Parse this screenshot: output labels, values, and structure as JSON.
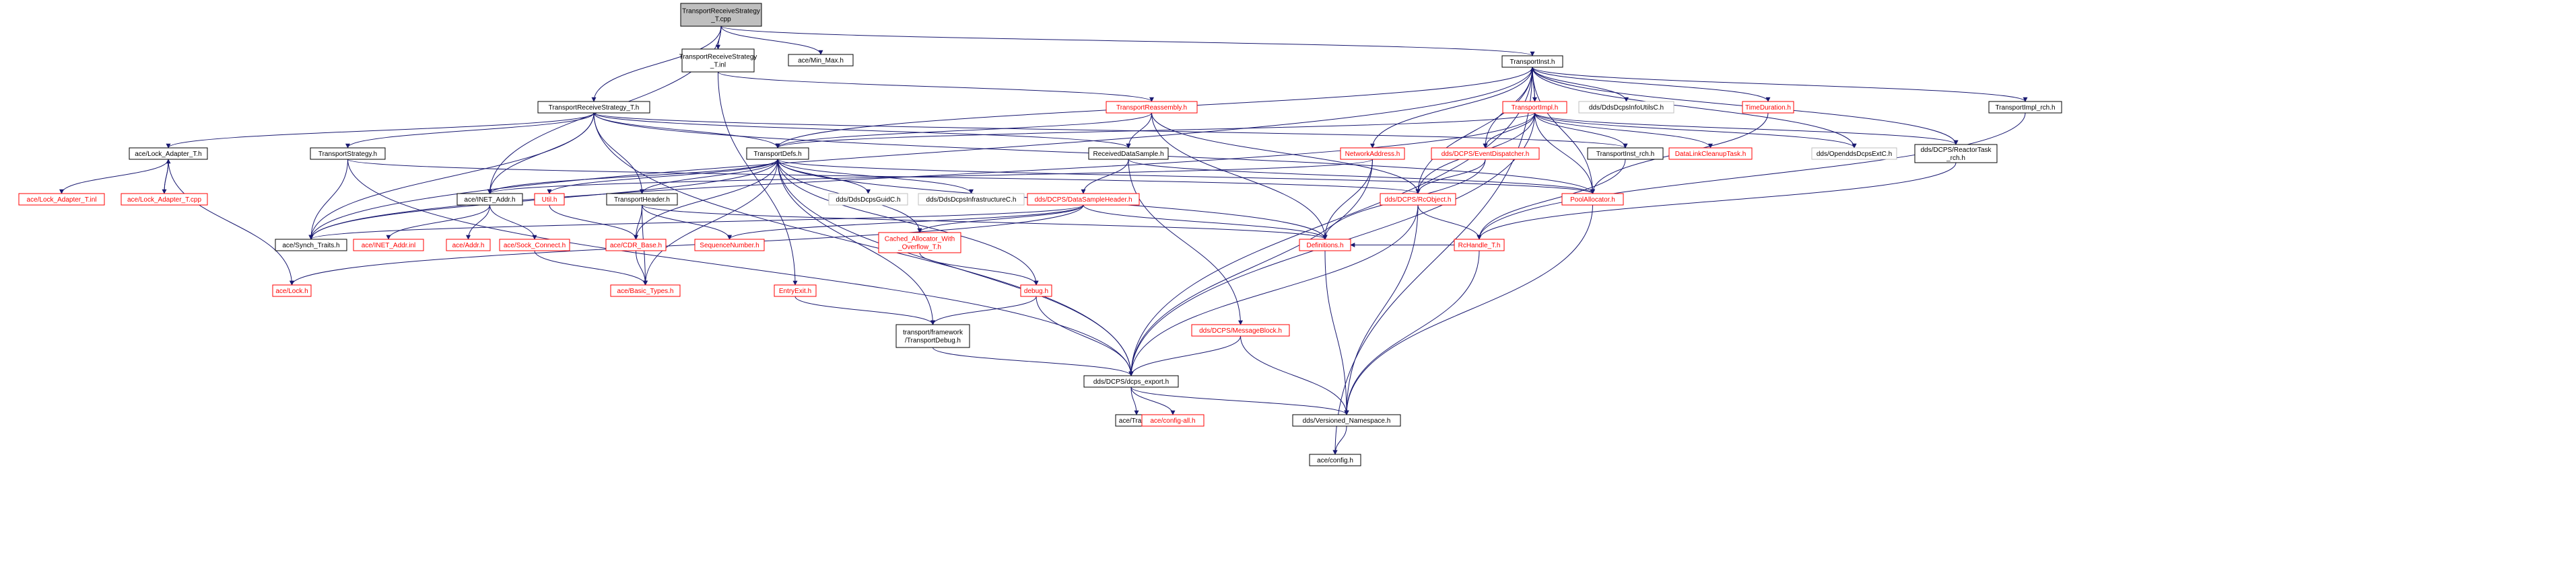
{
  "diagram": {
    "colors": {
      "normal_border": "#000000",
      "normal_text": "#000000",
      "red_border": "#ff0000",
      "red_text": "#ff0000",
      "light_border": "#bfbfbf",
      "light_text": "#000000",
      "focus_fill": "#bfbfbf",
      "edge": "#191970"
    },
    "nodes": [
      {
        "id": "n0",
        "lines": [
          "TransportReceiveStrategy",
          "_T.cpp"
        ],
        "style": "focus"
      },
      {
        "id": "n1",
        "lines": [
          "TransportReceiveStrategy",
          "_T.inl"
        ],
        "style": "normal"
      },
      {
        "id": "n2",
        "lines": [
          "ace/Min_Max.h"
        ],
        "style": "normal"
      },
      {
        "id": "n3",
        "lines": [
          "TransportInst.h"
        ],
        "style": "normal"
      },
      {
        "id": "n4",
        "lines": [
          "TransportReceiveStrategy_T.h"
        ],
        "style": "normal"
      },
      {
        "id": "n5",
        "lines": [
          "TransportImpl.h"
        ],
        "style": "red"
      },
      {
        "id": "n6",
        "lines": [
          "dds/DdsDcpsInfoUtilsC.h"
        ],
        "style": "light"
      },
      {
        "id": "n7",
        "lines": [
          "TimeDuration.h"
        ],
        "style": "red"
      },
      {
        "id": "n8",
        "lines": [
          "TransportImpl_rch.h"
        ],
        "style": "normal"
      },
      {
        "id": "n9",
        "lines": [
          "TransportReassembly.h"
        ],
        "style": "red"
      },
      {
        "id": "n10",
        "lines": [
          "ace/Lock_Adapter_T.h"
        ],
        "style": "normal"
      },
      {
        "id": "n11",
        "lines": [
          "TransportStrategy.h"
        ],
        "style": "normal"
      },
      {
        "id": "n12",
        "lines": [
          "TransportDefs.h"
        ],
        "style": "normal"
      },
      {
        "id": "n13",
        "lines": [
          "ReceivedDataSample.h"
        ],
        "style": "normal"
      },
      {
        "id": "n14",
        "lines": [
          "NetworkAddress.h"
        ],
        "style": "red"
      },
      {
        "id": "n15",
        "lines": [
          "dds/DCPS/EventDispatcher.h"
        ],
        "style": "red"
      },
      {
        "id": "n16",
        "lines": [
          "TransportInst_rch.h"
        ],
        "style": "normal"
      },
      {
        "id": "n17",
        "lines": [
          "DataLinkCleanupTask.h"
        ],
        "style": "red"
      },
      {
        "id": "n18",
        "lines": [
          "dds/OpenddsDcpsExtC.h"
        ],
        "style": "light"
      },
      {
        "id": "n19",
        "lines": [
          "dds/DCPS/ReactorTask",
          "_rch.h"
        ],
        "style": "normal"
      },
      {
        "id": "n20",
        "lines": [
          "ace/Lock_Adapter_T.inl"
        ],
        "style": "red"
      },
      {
        "id": "n21",
        "lines": [
          "ace/Lock_Adapter_T.cpp"
        ],
        "style": "red"
      },
      {
        "id": "n22",
        "lines": [
          "ace/INET_Addr.h"
        ],
        "style": "normal"
      },
      {
        "id": "n23",
        "lines": [
          "Util.h"
        ],
        "style": "red"
      },
      {
        "id": "n24",
        "lines": [
          "TransportHeader.h"
        ],
        "style": "normal"
      },
      {
        "id": "n25",
        "lines": [
          "dds/DdsDcpsGuidC.h"
        ],
        "style": "light"
      },
      {
        "id": "n26",
        "lines": [
          "dds/DdsDcpsInfrastructureC.h"
        ],
        "style": "light"
      },
      {
        "id": "n27",
        "lines": [
          "dds/DCPS/DataSampleHeader.h"
        ],
        "style": "red"
      },
      {
        "id": "n28",
        "lines": [
          "dds/DCPS/RcObject.h"
        ],
        "style": "red"
      },
      {
        "id": "n29",
        "lines": [
          "PoolAllocator.h"
        ],
        "style": "red"
      },
      {
        "id": "n30",
        "lines": [
          "ace/Synch_Traits.h"
        ],
        "style": "normal"
      },
      {
        "id": "n31",
        "lines": [
          "ace/INET_Addr.inl"
        ],
        "style": "red"
      },
      {
        "id": "n32",
        "lines": [
          "ace/Addr.h"
        ],
        "style": "red"
      },
      {
        "id": "n33",
        "lines": [
          "ace/Sock_Connect.h"
        ],
        "style": "red"
      },
      {
        "id": "n34",
        "lines": [
          "ace/CDR_Base.h"
        ],
        "style": "red"
      },
      {
        "id": "n35",
        "lines": [
          "SequenceNumber.h"
        ],
        "style": "red"
      },
      {
        "id": "n36",
        "lines": [
          "Cached_Allocator_With",
          "_Overflow_T.h"
        ],
        "style": "red"
      },
      {
        "id": "n37",
        "lines": [
          "RcHandle_T.h"
        ],
        "style": "red"
      },
      {
        "id": "n38",
        "lines": [
          "Definitions.h"
        ],
        "style": "red"
      },
      {
        "id": "n39",
        "lines": [
          "ace/Lock.h"
        ],
        "style": "red"
      },
      {
        "id": "n40",
        "lines": [
          "ace/Basic_Types.h"
        ],
        "style": "red"
      },
      {
        "id": "n41",
        "lines": [
          "EntryExit.h"
        ],
        "style": "red"
      },
      {
        "id": "n42",
        "lines": [
          "debug.h"
        ],
        "style": "red"
      },
      {
        "id": "n43",
        "lines": [
          "transport/framework",
          "/TransportDebug.h"
        ],
        "style": "normal"
      },
      {
        "id": "n44",
        "lines": [
          "dds/DCPS/MessageBlock.h"
        ],
        "style": "red"
      },
      {
        "id": "n45",
        "lines": [
          "dds/DCPS/dcps_export.h"
        ],
        "style": "normal"
      },
      {
        "id": "n46",
        "lines": [
          "ace/Trace.h"
        ],
        "style": "normal"
      },
      {
        "id": "n47",
        "lines": [
          "ace/config-all.h"
        ],
        "style": "red"
      },
      {
        "id": "n48",
        "lines": [
          "dds/Versioned_Namespace.h"
        ],
        "style": "normal"
      },
      {
        "id": "n49",
        "lines": [
          "ace/config.h"
        ],
        "style": "normal"
      }
    ],
    "edges": [
      [
        "n0",
        "n1"
      ],
      [
        "n0",
        "n2"
      ],
      [
        "n0",
        "n3"
      ],
      [
        "n0",
        "n4"
      ],
      [
        "n0",
        "n22"
      ],
      [
        "n1",
        "n41"
      ],
      [
        "n1",
        "n9"
      ],
      [
        "n3",
        "n5"
      ],
      [
        "n3",
        "n6"
      ],
      [
        "n3",
        "n7"
      ],
      [
        "n3",
        "n8"
      ],
      [
        "n3",
        "n12"
      ],
      [
        "n3",
        "n14"
      ],
      [
        "n3",
        "n15"
      ],
      [
        "n3",
        "n18"
      ],
      [
        "n3",
        "n19"
      ],
      [
        "n3",
        "n28"
      ],
      [
        "n3",
        "n29"
      ],
      [
        "n3",
        "n30"
      ],
      [
        "n3",
        "n45"
      ],
      [
        "n3",
        "n49"
      ],
      [
        "n4",
        "n10"
      ],
      [
        "n4",
        "n11"
      ],
      [
        "n4",
        "n12"
      ],
      [
        "n4",
        "n13"
      ],
      [
        "n4",
        "n16"
      ],
      [
        "n4",
        "n22"
      ],
      [
        "n4",
        "n24"
      ],
      [
        "n4",
        "n29"
      ],
      [
        "n4",
        "n30"
      ],
      [
        "n4",
        "n45"
      ],
      [
        "n5",
        "n3"
      ],
      [
        "n5",
        "n12"
      ],
      [
        "n5",
        "n15"
      ],
      [
        "n5",
        "n16"
      ],
      [
        "n5",
        "n17"
      ],
      [
        "n5",
        "n18"
      ],
      [
        "n5",
        "n19"
      ],
      [
        "n5",
        "n28"
      ],
      [
        "n5",
        "n29"
      ],
      [
        "n5",
        "n30"
      ],
      [
        "n5",
        "n45"
      ],
      [
        "n7",
        "n29"
      ],
      [
        "n8",
        "n37"
      ],
      [
        "n9",
        "n12"
      ],
      [
        "n9",
        "n13"
      ],
      [
        "n9",
        "n28"
      ],
      [
        "n9",
        "n38"
      ],
      [
        "n10",
        "n20"
      ],
      [
        "n10",
        "n21"
      ],
      [
        "n10",
        "n39"
      ],
      [
        "n21",
        "n10"
      ],
      [
        "n11",
        "n28"
      ],
      [
        "n11",
        "n30"
      ],
      [
        "n11",
        "n45"
      ],
      [
        "n12",
        "n22"
      ],
      [
        "n12",
        "n23"
      ],
      [
        "n12",
        "n24"
      ],
      [
        "n12",
        "n25"
      ],
      [
        "n12",
        "n26"
      ],
      [
        "n12",
        "n29"
      ],
      [
        "n12",
        "n30"
      ],
      [
        "n12",
        "n34"
      ],
      [
        "n12",
        "n36"
      ],
      [
        "n12",
        "n38"
      ],
      [
        "n12",
        "n40"
      ],
      [
        "n12",
        "n42"
      ],
      [
        "n12",
        "n43"
      ],
      [
        "n12",
        "n45"
      ],
      [
        "n13",
        "n27"
      ],
      [
        "n13",
        "n29"
      ],
      [
        "n13",
        "n44"
      ],
      [
        "n14",
        "n22"
      ],
      [
        "n14",
        "n38"
      ],
      [
        "n14",
        "n45"
      ],
      [
        "n15",
        "n28"
      ],
      [
        "n15",
        "n38"
      ],
      [
        "n16",
        "n37"
      ],
      [
        "n19",
        "n37"
      ],
      [
        "n22",
        "n31"
      ],
      [
        "n22",
        "n32"
      ],
      [
        "n22",
        "n33"
      ],
      [
        "n23",
        "n34"
      ],
      [
        "n24",
        "n34"
      ],
      [
        "n24",
        "n35"
      ],
      [
        "n24",
        "n38"
      ],
      [
        "n24",
        "n40"
      ],
      [
        "n27",
        "n36"
      ],
      [
        "n27",
        "n38"
      ],
      [
        "n27",
        "n30"
      ],
      [
        "n27",
        "n39"
      ],
      [
        "n27",
        "n35"
      ],
      [
        "n28",
        "n37"
      ],
      [
        "n28",
        "n45"
      ],
      [
        "n28",
        "n48"
      ],
      [
        "n29",
        "n48"
      ],
      [
        "n33",
        "n40"
      ],
      [
        "n34",
        "n40"
      ],
      [
        "n36",
        "n42"
      ],
      [
        "n37",
        "n38"
      ],
      [
        "n37",
        "n48"
      ],
      [
        "n38",
        "n48"
      ],
      [
        "n41",
        "n43"
      ],
      [
        "n42",
        "n43"
      ],
      [
        "n42",
        "n45"
      ],
      [
        "n43",
        "n45"
      ],
      [
        "n44",
        "n45"
      ],
      [
        "n44",
        "n48"
      ],
      [
        "n45",
        "n46"
      ],
      [
        "n45",
        "n47"
      ],
      [
        "n45",
        "n48"
      ],
      [
        "n48",
        "n49"
      ]
    ]
  }
}
